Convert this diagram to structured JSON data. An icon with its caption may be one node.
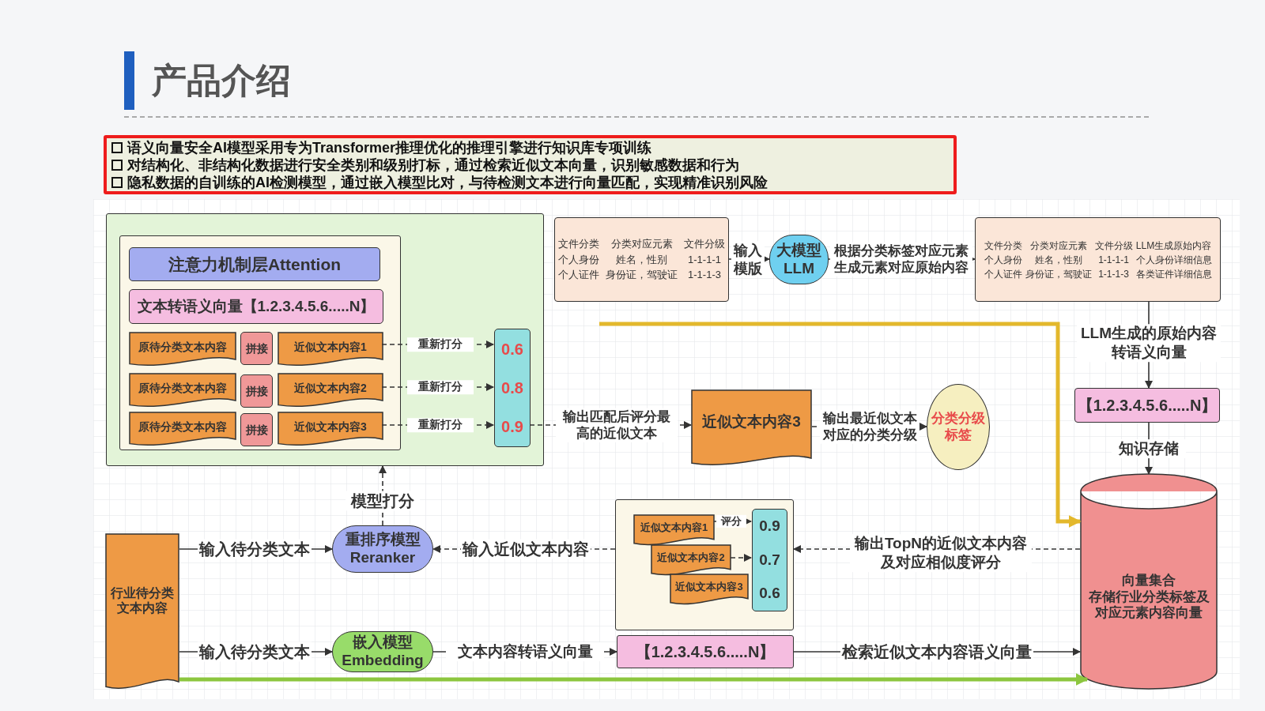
{
  "diagram": {
    "title": "产品介绍",
    "nodes": [
      {
        "text": [
          "语义向量安全AI模型采用专为Transformer推理优化的推理引擎进行知识库专项训练",
          "对结构化、非结构化数据进行安全类别和级别打标，通过检索近似文本向量，识别敏感数据和行为",
          "隐私数据的自训练的AI检测模型，通过嵌入模型比对，与待检测文本进行向量匹配，实现精准识别风险"
        ]
      },
      {
        "text": [],
        "shape": "box"
      },
      {
        "text": [],
        "shape": "box",
        "in": 1
      },
      {
        "text": [
          "注意力机制层Attention"
        ],
        "in": 2
      },
      {
        "text": [
          "文本转语义向量【1.2.3.4.5.6.....N】"
        ],
        "in": 2
      },
      {
        "text": [
          "原待分类文本内容"
        ],
        "in": 2
      },
      {
        "text": [
          "拼接"
        ],
        "in": 2
      },
      {
        "text": [
          "近似文本内容1"
        ],
        "in": 2
      },
      {
        "text": [
          "原待分类文本内容"
        ],
        "in": 2
      },
      {
        "text": [
          "拼接"
        ],
        "in": 2
      },
      {
        "text": [
          "近似文本内容2"
        ],
        "in": 2
      },
      {
        "text": [
          "原待分类文本内容"
        ],
        "in": 2
      },
      {
        "text": [
          "拼接"
        ],
        "in": 2
      },
      {
        "text": [
          "近似文本内容3"
        ],
        "in": 2
      },
      {
        "text": [
          "0.6",
          "0.8",
          "0.9"
        ],
        "in": 1
      },
      {
        "text": [
          "文件分类",
          "分类对应元素",
          "文件分级",
          "个人身份",
          "姓名，性别",
          "1-1-1-1",
          "个人证件",
          "身份证，驾驶证",
          "1-1-1-3"
        ]
      },
      {
        "text": [
          "大模型LLM"
        ]
      },
      {
        "text": [
          "文件分类",
          "分类对应元素",
          "文件分级",
          "LLM生成原始内容",
          "个人身份",
          "姓名，性别",
          "1-1-1-1",
          "个人身份详细信息",
          "个人证件",
          "身份证，驾驶证",
          "1-1-1-3",
          "各类证件详细信息"
        ]
      },
      {
        "text": [
          "【1.2.3.4.5.6.....N】"
        ]
      },
      {
        "text": [
          "近似文本内容3"
        ]
      },
      {
        "text": [
          "分类分级标签"
        ]
      },
      {
        "text": [
          "向量集合",
          "存储行业分类标签及对应元素内容向量"
        ]
      },
      {
        "text": [
          "行业待分类文本内容"
        ]
      },
      {
        "text": [
          "重排序模型Reranker"
        ]
      },
      {
        "text": [],
        "shape": "box"
      },
      {
        "text": [
          "近似文本内容1"
        ],
        "in": 24
      },
      {
        "text": [
          "近似文本内容2"
        ],
        "in": 24
      },
      {
        "text": [
          "近似文本内容3"
        ],
        "in": 24
      },
      {
        "text": [
          "0.9",
          "0.7",
          "0.6"
        ],
        "in": 24
      },
      {
        "text": [
          "嵌入模型Embedding"
        ]
      },
      {
        "text": [
          "【1.2.3.4.5.6.....N】"
        ]
      }
    ],
    "edges": [
      {
        "from": 7,
        "to": 14,
        "arrow": "to",
        "label": "重新打分",
        "style": "dashed"
      },
      {
        "from": 10,
        "to": 14,
        "arrow": "to",
        "label": "重新打分",
        "style": "dashed"
      },
      {
        "from": 13,
        "to": 14,
        "arrow": "to",
        "label": "重新打分",
        "style": "dashed"
      },
      {
        "from": 14,
        "to": 19,
        "arrow": "to",
        "label": "输出匹配后评分最高的近似文本",
        "style": "dashed"
      },
      {
        "from": 19,
        "to": 20,
        "arrow": "to",
        "label": "输出最近似文本对应的分类分级",
        "style": "dashed"
      },
      {
        "from": 15,
        "to": 16,
        "arrow": "to",
        "label": "输入模版"
      },
      {
        "from": 16,
        "to": 17,
        "arrow": "to",
        "label": "根据分类标签对应元素生成元素对应原始内容"
      },
      {
        "from": 17,
        "to": 18,
        "arrow": "to",
        "label": "LLM生成的原始内容转语义向量"
      },
      {
        "from": 18,
        "to": 21,
        "arrow": "to",
        "label": "知识存储"
      },
      {
        "from": 23,
        "to": 1,
        "arrow": "to",
        "label": "模型打分",
        "style": "dashed"
      },
      {
        "from": 22,
        "to": 23,
        "arrow": "to",
        "label": "输入待分类文本"
      },
      {
        "from": 24,
        "to": 23,
        "arrow": "to",
        "label": "输入近似文本内容",
        "style": "dashed"
      },
      {
        "from": 21,
        "to": 24,
        "arrow": "to",
        "label": "输出TopN的近似文本内容及对应相似度评分",
        "style": "dashed"
      },
      {
        "from": 25,
        "to": 28,
        "arrow": "to",
        "label": "评分"
      },
      {
        "from": 26,
        "to": 28,
        "arrow": "to",
        "style": "dashed"
      },
      {
        "from": 22,
        "to": 29,
        "arrow": "to",
        "label": "输入待分类文本"
      },
      {
        "from": 29,
        "to": 30,
        "arrow": "to",
        "label": "文本内容转语义向量"
      },
      {
        "from": 30,
        "to": 21,
        "arrow": "to",
        "label": "检索近似文本内容语义向量"
      },
      {
        "from": null,
        "to": 21,
        "arrow": "to",
        "style": "thick",
        "color": "#e3b82c"
      },
      {
        "from": 22,
        "to": 21,
        "arrow": "to",
        "style": "thick",
        "color": "#8cc63f"
      }
    ]
  }
}
